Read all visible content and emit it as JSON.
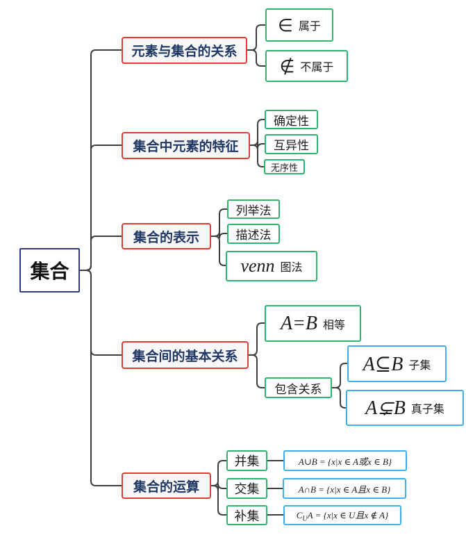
{
  "root": {
    "label": "集合"
  },
  "branches": {
    "relation": {
      "label": "元素与集合的关系",
      "belongs": {
        "symbol": "∈",
        "label": "属于"
      },
      "not_belongs": {
        "symbol": "∉",
        "label": "不属于"
      }
    },
    "features": {
      "label": "集合中元素的特征",
      "items": [
        "确定性",
        "互异性",
        "无序性"
      ]
    },
    "representation": {
      "label": "集合的表示",
      "items": [
        "列举法",
        "描述法"
      ],
      "venn": {
        "math": "venn",
        "label": "图法"
      }
    },
    "relations_between": {
      "label": "集合间的基本关系",
      "equal": {
        "math": "A=B",
        "label": "相等"
      },
      "inclusion": {
        "label": "包含关系",
        "subset": {
          "math": "A⊆B",
          "label": "子集"
        },
        "proper_subset": {
          "math": "A⊊B",
          "label": "真子集"
        }
      }
    },
    "operations": {
      "label": "集合的运算",
      "union": {
        "label": "并集",
        "formula": "A∪B = {x|x ∈ A或x ∈ B}"
      },
      "intersection": {
        "label": "交集",
        "formula": "A∩B = {x|x ∈ A且x ∈ B}"
      },
      "complement": {
        "label": "补集",
        "formula_c": "C",
        "formula_sub": "U",
        "formula_rest": "A = {x|x ∈ U且x ∉ A}"
      }
    }
  },
  "colors": {
    "root_border": "#2e3a87",
    "branch_border": "#e23b33",
    "branch_text": "#1f3864",
    "leaf_green": "#2eb570",
    "leaf_blue": "#41b0e8",
    "connector": "#3d3d3d"
  }
}
